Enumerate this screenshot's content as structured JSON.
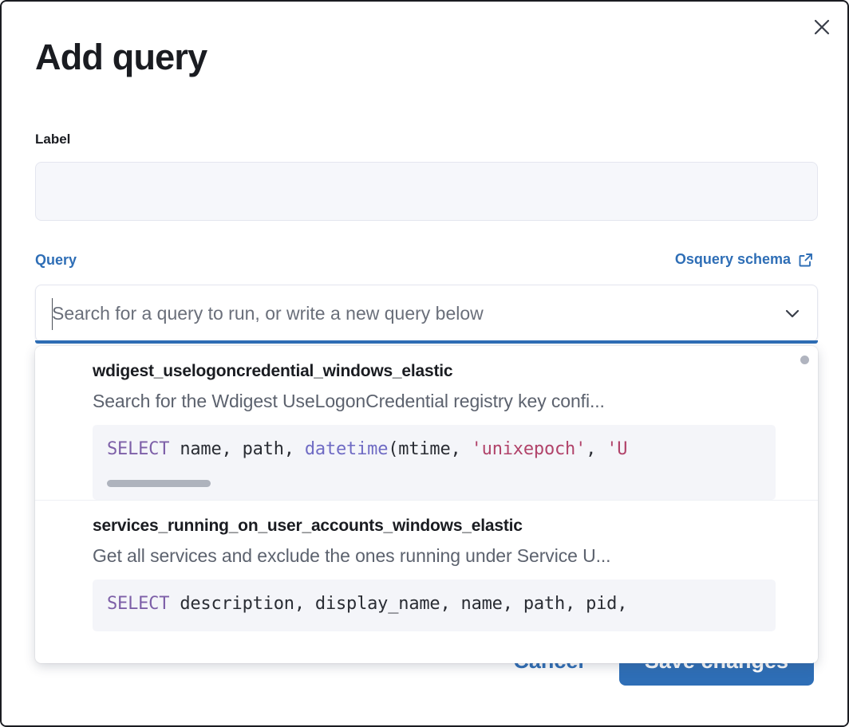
{
  "modal": {
    "title": "Add query",
    "close_icon": "close-icon"
  },
  "label_field": {
    "caption": "Label",
    "value": "",
    "placeholder": ""
  },
  "query_field": {
    "caption": "Query",
    "schema_link": {
      "text": "Osquery schema",
      "icon": "external-link-icon"
    },
    "combobox": {
      "placeholder": "Search for a query to run, or write a new query below",
      "value": "",
      "chevron_icon": "chevron-down-icon"
    }
  },
  "dropdown": {
    "options": [
      {
        "title": "wdigest_uselogoncredential_windows_elastic",
        "description": "Search for the Wdigest UseLogonCredential registry key confi...",
        "code_tokens": [
          {
            "t": "SELECT",
            "c": "kw"
          },
          {
            "t": " name, path, ",
            "c": "plain"
          },
          {
            "t": "datetime",
            "c": "fn"
          },
          {
            "t": "(mtime, ",
            "c": "plain"
          },
          {
            "t": "'unixepoch'",
            "c": "str"
          },
          {
            "t": ", ",
            "c": "plain"
          },
          {
            "t": "'U",
            "c": "str"
          }
        ],
        "has_scrollbar": true
      },
      {
        "title": "services_running_on_user_accounts_windows_elastic",
        "description": "Get all services and exclude the ones running under Service U...",
        "code_tokens": [
          {
            "t": "SELECT",
            "c": "kw"
          },
          {
            "t": " description, display_name, name, path, pid,",
            "c": "plain"
          }
        ],
        "has_scrollbar": false
      }
    ]
  },
  "footer": {
    "cancel_label": "Cancel",
    "save_label": "Save changes"
  },
  "colors": {
    "accent_blue": "#2e6eb6",
    "text_dark": "#1a1c21",
    "text_muted": "#5c626e",
    "code_bg": "#f4f5f9",
    "keyword_purple": "#7d5fa8",
    "string_red": "#b1436a",
    "input_bg": "#f6f7fb"
  }
}
